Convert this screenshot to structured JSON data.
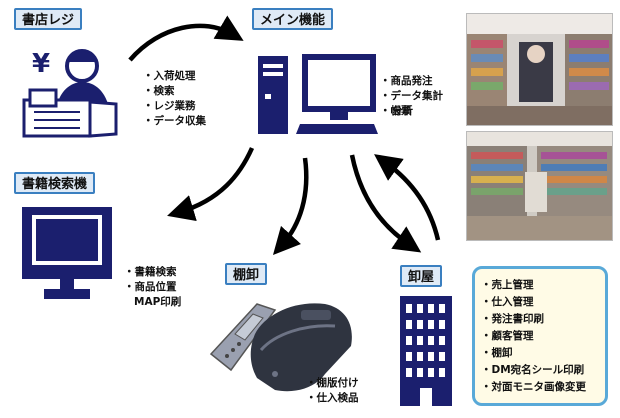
{
  "nodes": {
    "shoten_reji": {
      "title": "書店レジ",
      "items": [
        "入荷処理",
        "検索",
        "レジ業務",
        "データ収集"
      ]
    },
    "main_kinou": {
      "title": "メイン機能",
      "items": [
        "商品発注",
        "データ集計",
        "分析",
        "帳票"
      ]
    },
    "shoseki_kensakuki": {
      "title": "書籍検索機",
      "items": [
        "書籍検索",
        "商品位置",
        "MAP印刷"
      ]
    },
    "tanaoroshi": {
      "title": "棚卸",
      "items": [
        "棚版付け",
        "仕入検品"
      ]
    },
    "oroshiya": {
      "title": "卸屋",
      "items": [
        "売上管理",
        "仕入管理",
        "発注書印刷",
        "顧客管理",
        "棚卸",
        "DM宛名シール印刷",
        "対面モニタ画像変更"
      ]
    }
  },
  "icons": {
    "yen": "¥"
  },
  "colors": {
    "accent_navy": "#1b1f6e",
    "label_border": "#3a7fc0",
    "label_fill": "#dfeaf6",
    "info_border": "#59a9d8",
    "info_fill": "#fffbe6"
  }
}
